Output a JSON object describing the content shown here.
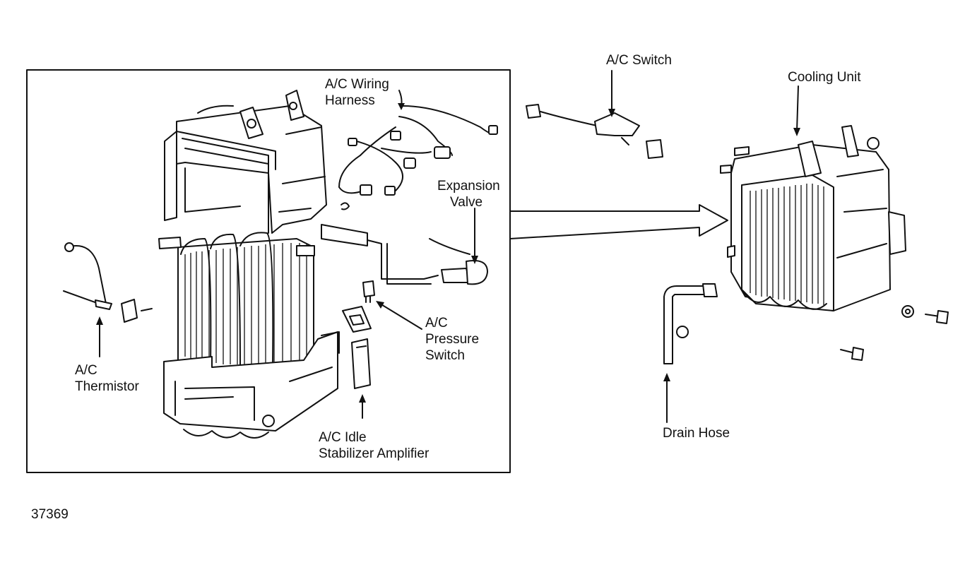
{
  "diagram": {
    "labels": {
      "ac_wiring_harness": [
        "A/C Wiring",
        "Harness"
      ],
      "expansion_valve": [
        "Expansion",
        "Valve"
      ],
      "ac_thermistor": [
        "A/C",
        "Thermistor"
      ],
      "ac_pressure_switch": [
        "A/C",
        "Pressure",
        "Switch"
      ],
      "ac_idle_stabilizer_amplifier": [
        "A/C Idle",
        "Stabilizer Amplifier"
      ],
      "ac_switch": "A/C Switch",
      "cooling_unit": "Cooling Unit",
      "drain_hose": "Drain Hose"
    },
    "figure_number": "37369"
  }
}
